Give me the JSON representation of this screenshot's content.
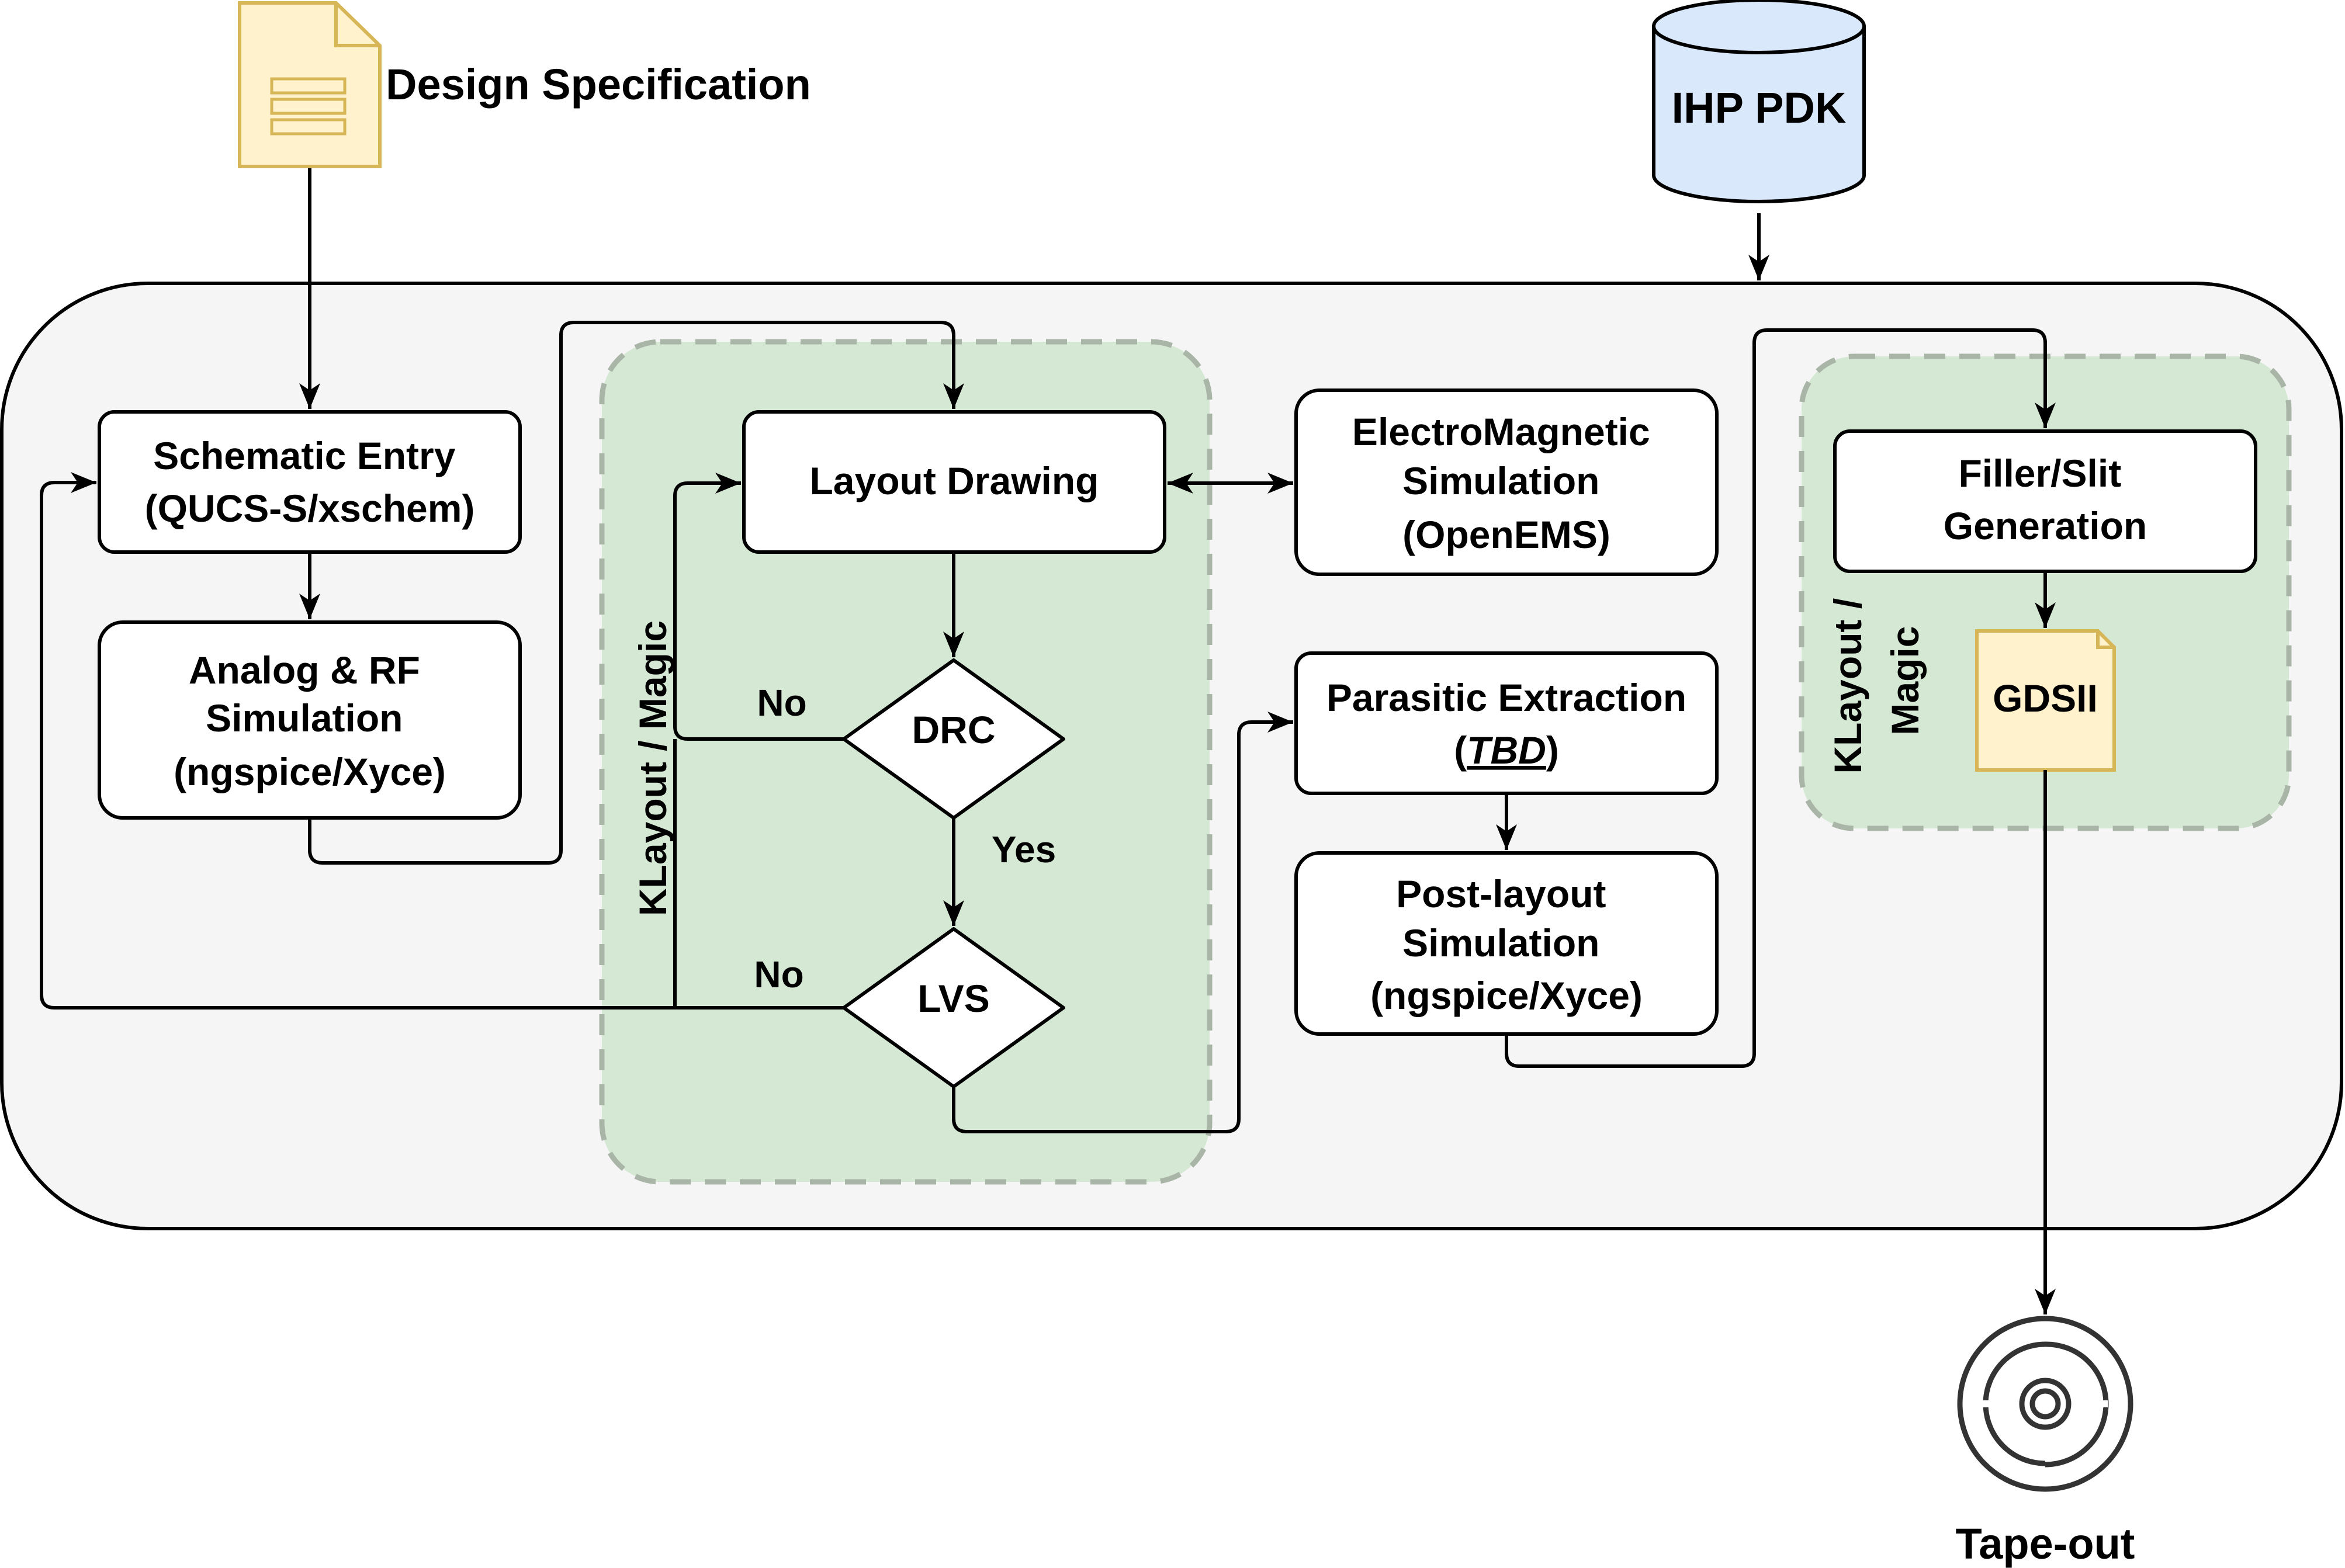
{
  "design_spec": {
    "label": "Design Specification"
  },
  "pdk": {
    "label": "IHP PDK"
  },
  "schematic_entry": {
    "line1": "Schematic Entry",
    "line2": "(QUCS-S/xschem)"
  },
  "analog_rf_sim": {
    "line1": "Analog & RF",
    "line2": "Simulation",
    "line3": "(ngspice/Xyce)"
  },
  "layout_drawing": {
    "label": "Layout Drawing"
  },
  "drc": {
    "label": "DRC"
  },
  "lvs": {
    "label": "LVS"
  },
  "em_sim": {
    "line1": "ElectroMagnetic",
    "line2": "Simulation",
    "line3": "(OpenEMS)"
  },
  "parasitic_extraction": {
    "line1": "Parasitic Extraction",
    "paren_open": "(",
    "tbd": "TBD",
    "paren_close": ")"
  },
  "post_layout_sim": {
    "line1": "Post-layout",
    "line2": "Simulation",
    "line3": "(ngspice/Xyce)"
  },
  "filler_slit": {
    "line1": "Filler/Slit",
    "line2": "Generation"
  },
  "gdsii": {
    "label": "GDSII"
  },
  "tape_out": {
    "label": "Tape-out"
  },
  "tool_group_left": {
    "label": "KLayout / Magic"
  },
  "tool_group_right": {
    "line1": "KLayout /",
    "line2": "Magic"
  },
  "edges": {
    "drc_no": "No",
    "drc_yes": "Yes",
    "lvs_no": "No"
  },
  "colors": {
    "outer_container": "#f5f5f5",
    "tool_group_fill": "#d5e8d4",
    "tool_group_stroke": "#a9b5a7",
    "pdk_fill": "#dae8fc",
    "doc_fill": "#fff2cc",
    "doc_stroke": "#d6b656",
    "box_fill": "#ffffff",
    "line": "#000000"
  }
}
